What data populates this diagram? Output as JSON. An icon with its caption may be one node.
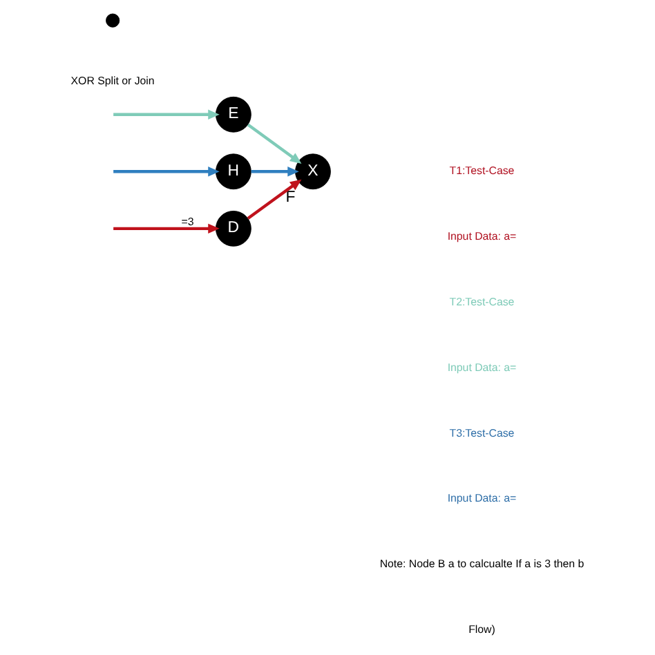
{
  "diagram": {
    "nodes": [
      {
        "text": [
          "D"
        ]
      },
      {
        "text": [
          "E"
        ]
      },
      {
        "text": [
          "H"
        ]
      },
      {
        "text": [
          "X"
        ],
        "beside": [
          "F"
        ]
      }
    ],
    "edges": [
      {
        "from": null,
        "to": 0,
        "arrow": "to",
        "label": "=3",
        "color": "#c0121c"
      },
      {
        "from": null,
        "to": 1,
        "arrow": "to",
        "color": "#7fcbb8"
      },
      {
        "from": null,
        "to": 2,
        "arrow": "to",
        "color": "#2f7fbf"
      },
      {
        "from": 0,
        "to": 3,
        "arrow": "to",
        "color": "#c0121c"
      },
      {
        "from": 1,
        "to": 3,
        "arrow": "to",
        "color": "#7fcbb8"
      },
      {
        "from": 2,
        "to": 3,
        "arrow": "to",
        "color": "#2f7fbf"
      }
    ],
    "labels": [
      "T1:Test-Case",
      "Input Data: a=",
      "T2:Test-Case",
      "Input Data: a=",
      "T3:Test-Case",
      "Input Data: a=",
      "Note: Node B a to calcualte If a is 3 then b",
      "Flow)"
    ],
    "legend": [
      {
        "text": "XOR Split or Join"
      }
    ]
  }
}
